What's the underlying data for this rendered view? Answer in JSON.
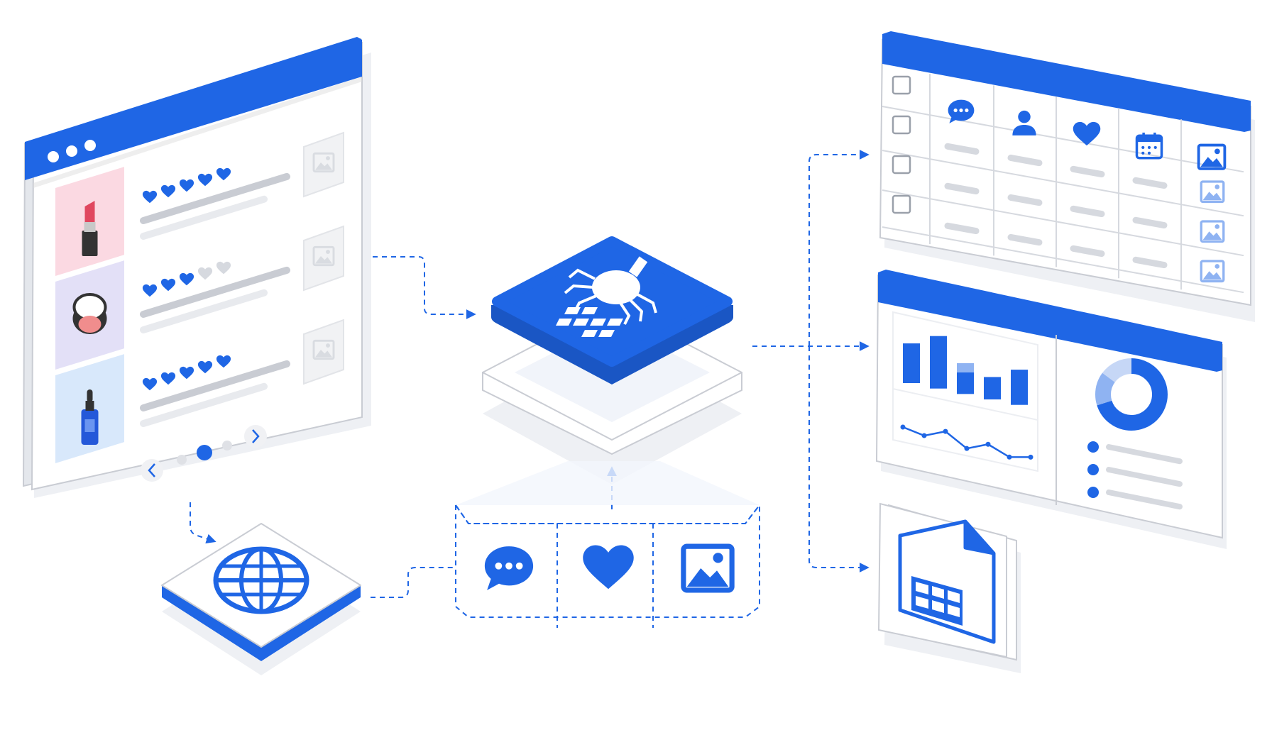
{
  "colors": {
    "accent": "#1f66e5",
    "accent_light": "#8fb3f2",
    "line_gray": "#d6d9df",
    "frame_gray": "#c9ccd3",
    "shadow": "#eef0f4",
    "card_pink": "#fbd9e2",
    "card_lavender": "#e3e0f7",
    "card_blue": "#d8e8fb"
  },
  "source_page": {
    "window_dots": 3,
    "products": [
      {
        "name": "lipstick",
        "rating": 5,
        "max_rating": 5,
        "card_color": "#fbd9e2"
      },
      {
        "name": "compact-powder",
        "rating": 3,
        "max_rating": 5,
        "card_color": "#e3e0f7"
      },
      {
        "name": "serum-bottle",
        "rating": 5,
        "max_rating": 5,
        "card_color": "#d8e8fb"
      }
    ],
    "pagination": {
      "pages": 3,
      "active_page": 2
    }
  },
  "globe_node": {
    "icon": "globe-icon"
  },
  "scraper_node": {
    "icon": "spider-bot-icon"
  },
  "content_types": [
    {
      "icon": "chat-bubble-icon"
    },
    {
      "icon": "heart-icon"
    },
    {
      "icon": "image-icon"
    }
  ],
  "table_output": {
    "columns": [
      "chat-bubble-icon",
      "user-icon",
      "heart-icon",
      "calendar-icon",
      "image-icon"
    ],
    "rows": 3
  },
  "dashboard_output": {
    "bar_chart": {
      "values": [
        62,
        82,
        48,
        35,
        55
      ],
      "highlight_index": 2
    },
    "line_chart": {
      "values": [
        3,
        2,
        4,
        1,
        3,
        1,
        2
      ]
    },
    "donut": {
      "slices": [
        70,
        15,
        15
      ]
    },
    "legend_items": 3
  },
  "file_output": {
    "icon": "spreadsheet-file-icon"
  }
}
